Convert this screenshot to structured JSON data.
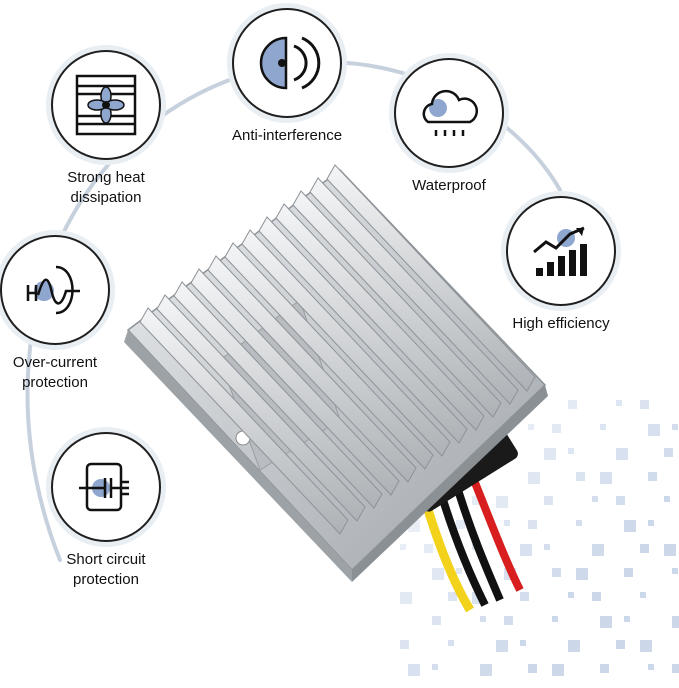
{
  "features": [
    {
      "id": "heat",
      "label": "Strong heat\ndissipation",
      "icon": "fan-grille-icon"
    },
    {
      "id": "interference",
      "label": "Anti-interference",
      "icon": "signal-shield-icon"
    },
    {
      "id": "waterproof",
      "label": "Waterproof",
      "icon": "rain-cloud-icon"
    },
    {
      "id": "efficiency",
      "label": "High efficiency",
      "icon": "bar-chart-trend-icon"
    },
    {
      "id": "overcurrent",
      "label": "Over-current\nprotection",
      "icon": "current-wave-icon"
    },
    {
      "id": "short",
      "label": "Short circuit\nprotection",
      "icon": "capacitor-circuit-icon"
    }
  ],
  "colors": {
    "accent": "#8fa6cf",
    "ring": "#b9c6d4",
    "metal": "#c9ccd0",
    "dots": "#c7d4e8"
  },
  "wires": [
    "#d81e1e",
    "#111111",
    "#111111",
    "#f2d21a"
  ]
}
